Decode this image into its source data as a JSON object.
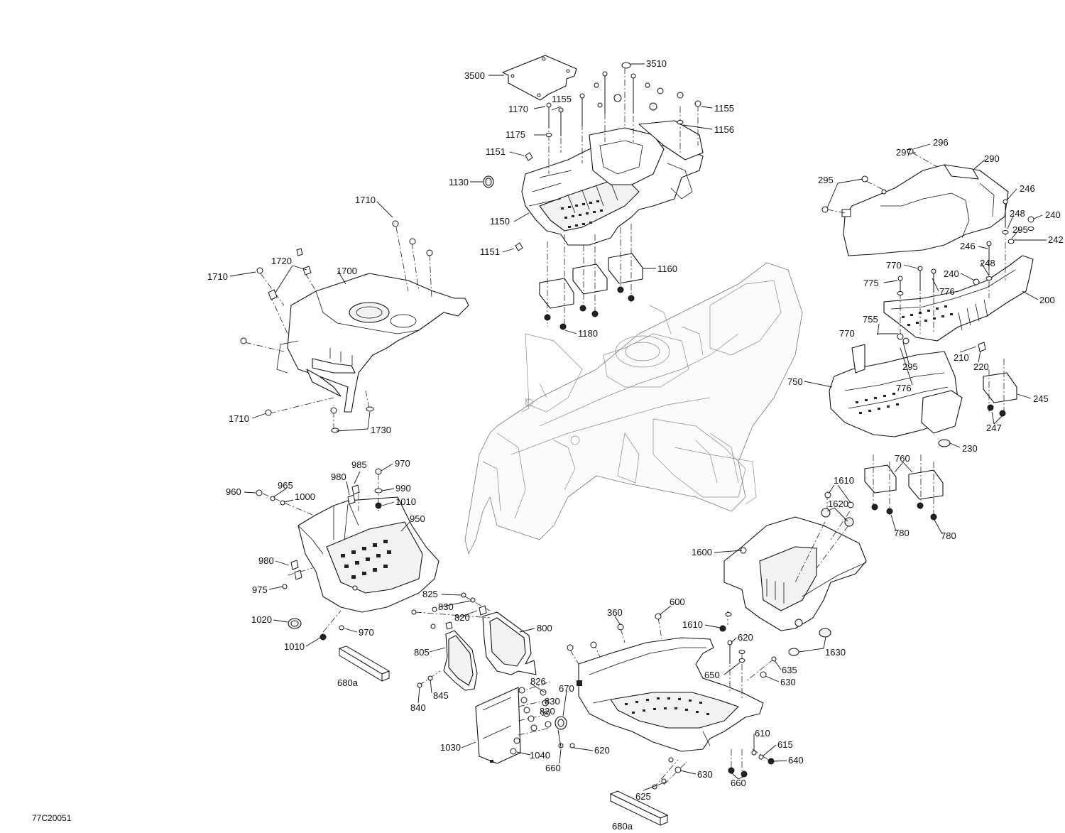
{
  "figure_id": "77C20051",
  "callouts": [
    "3500",
    "3510",
    "1155",
    "1170",
    "1175",
    "1156",
    "1151",
    "1130",
    "1150",
    "1160",
    "1180",
    "1710",
    "1720",
    "1700",
    "1730",
    "296",
    "297",
    "290",
    "295",
    "246",
    "248",
    "240",
    "242",
    "770",
    "775",
    "776",
    "200",
    "755",
    "210",
    "220",
    "750",
    "245",
    "247",
    "230",
    "760",
    "780",
    "985",
    "970",
    "980",
    "965",
    "990",
    "960",
    "1000",
    "1010",
    "950",
    "975",
    "1020",
    "825",
    "830",
    "820",
    "800",
    "805",
    "845",
    "840",
    "680a",
    "826",
    "1030",
    "1040",
    "660",
    "670",
    "360",
    "600",
    "620",
    "650",
    "635",
    "630",
    "610",
    "615",
    "640",
    "625",
    "1610",
    "1620",
    "1600",
    "1630"
  ]
}
